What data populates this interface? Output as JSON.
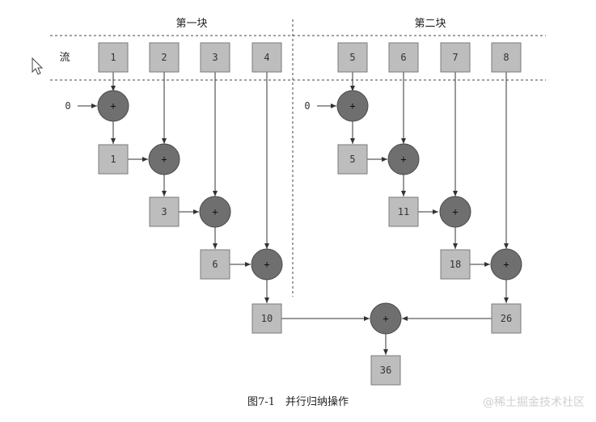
{
  "sections": {
    "first": "第一块",
    "second": "第二块"
  },
  "row_label": "流",
  "stream": [
    "1",
    "2",
    "3",
    "4",
    "5",
    "6",
    "7",
    "8"
  ],
  "first_chain": {
    "init": "0",
    "partials": [
      "1",
      "3",
      "6",
      "10"
    ]
  },
  "second_chain": {
    "init": "0",
    "partials": [
      "5",
      "11",
      "18",
      "26"
    ]
  },
  "final": "36",
  "operator": "+",
  "caption": "图7-1　并行归纳操作",
  "watermark": "@稀土掘金技术社区"
}
